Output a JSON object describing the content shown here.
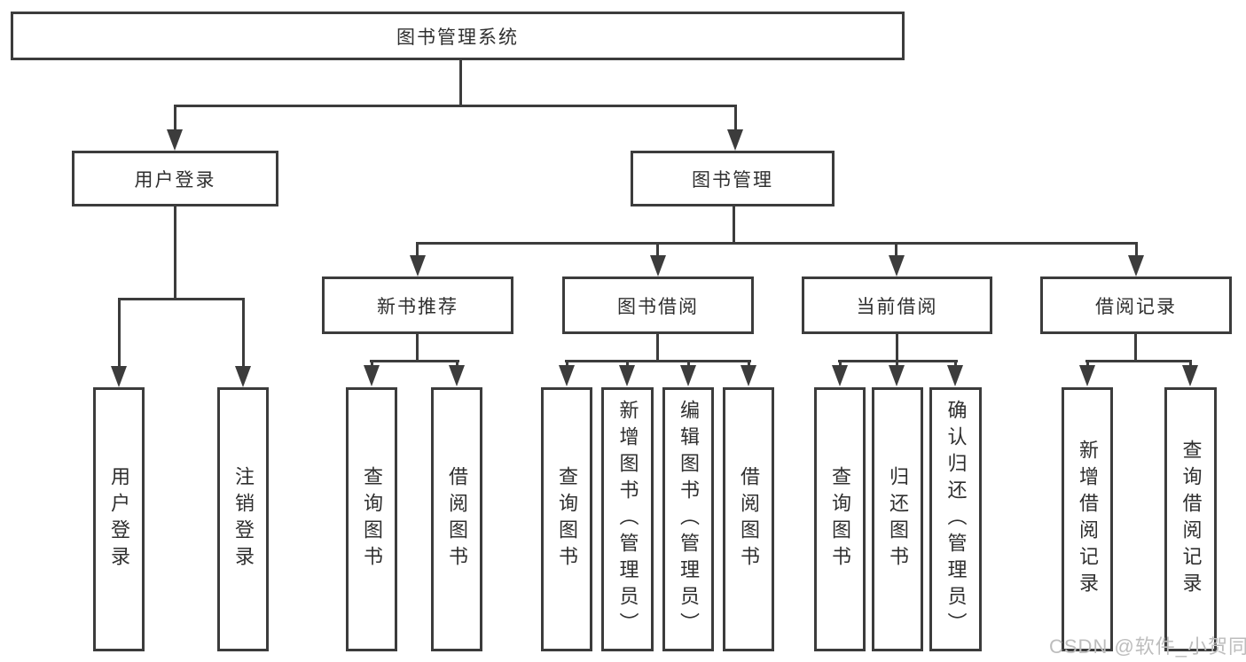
{
  "diagram": {
    "type": "hierarchy-tree",
    "root": {
      "label": "图书管理系统"
    },
    "level2": [
      {
        "label": "用户登录",
        "children": [
          "用户登录",
          "注销登录"
        ]
      },
      {
        "label": "图书管理",
        "sections": [
          {
            "label": "新书推荐",
            "children": [
              "查询图书",
              "借阅图书"
            ]
          },
          {
            "label": "图书借阅",
            "children": [
              "查询图书",
              "新增图书（管理员）",
              "编辑图书（管理员）",
              "借阅图书"
            ]
          },
          {
            "label": "当前借阅",
            "children": [
              "查询图书",
              "归还图书",
              "确认归还（管理员）"
            ]
          },
          {
            "label": "借阅记录",
            "children": [
              "新增借阅记录",
              "查询借阅记录"
            ]
          }
        ]
      }
    ]
  },
  "watermark": {
    "text": "CSDN @软件_小贺同学"
  },
  "colors": {
    "line": "#3c3c3c",
    "text": "#2f2f2f",
    "watermark": "#bdbdbd",
    "background": "#ffffff"
  }
}
